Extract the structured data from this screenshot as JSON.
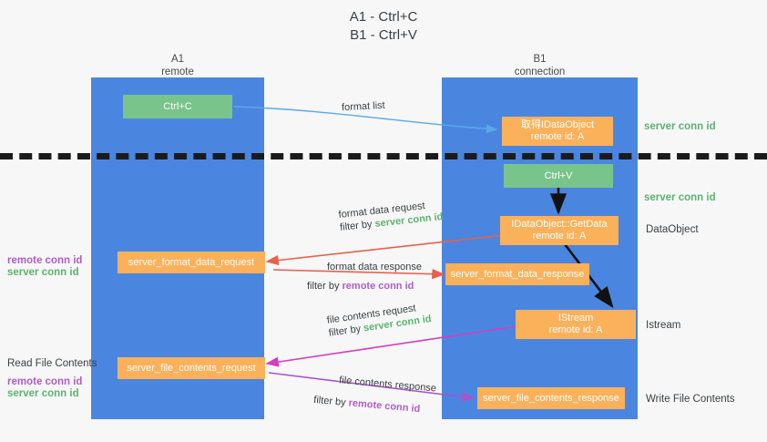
{
  "title": {
    "line1": "A1 - Ctrl+C",
    "line2": "B1 - Ctrl+V"
  },
  "lanes": [
    {
      "id": "a1",
      "name": "A1",
      "subtitle": "remote",
      "color": "#4a86e0"
    },
    {
      "id": "b1",
      "name": "B1",
      "subtitle": "connection",
      "color": "#4a86e0"
    }
  ],
  "nodes": [
    {
      "id": "ctrl-c",
      "line1": "Ctrl+C",
      "line2": "",
      "color": "green"
    },
    {
      "id": "idataobject-formatlist",
      "line1": "取得IDataObject",
      "line2": "remote id: A",
      "color": "orange"
    },
    {
      "id": "ctrl-v",
      "line1": "Ctrl+V",
      "line2": "",
      "color": "green"
    },
    {
      "id": "getdata",
      "line1": "IDataObject::GetData",
      "line2": "remote id: A",
      "color": "orange"
    },
    {
      "id": "server-format-data-request",
      "line1": "server_format_data_request",
      "line2": "",
      "color": "orange"
    },
    {
      "id": "server-format-data-response",
      "line1": "server_format_data_response",
      "line2": "",
      "color": "orange"
    },
    {
      "id": "istream",
      "line1": "IStream",
      "line2": "remote id: A",
      "color": "orange"
    },
    {
      "id": "server-file-contents-request",
      "line1": "server_file_contents_request",
      "line2": "",
      "color": "orange"
    },
    {
      "id": "server-file-contents-response",
      "line1": "server_file_contents_response",
      "line2": "",
      "color": "orange"
    }
  ],
  "right_annotations": [
    {
      "id": "server-conn-id-1",
      "text": "server conn id",
      "style": "green"
    },
    {
      "id": "server-conn-id-2",
      "text": "server conn id",
      "style": "green"
    },
    {
      "id": "dataobject",
      "text": "DataObject",
      "style": "dark"
    },
    {
      "id": "istream-label",
      "text": "Istream",
      "style": "dark"
    },
    {
      "id": "write-file",
      "text": "Write File Contents",
      "style": "dark"
    }
  ],
  "left_annotations": [
    {
      "id": "mid-remote",
      "text": "remote conn id",
      "style": "purple"
    },
    {
      "id": "mid-server",
      "text": "server conn id",
      "style": "green"
    },
    {
      "id": "read-file",
      "text": "Read File Contents",
      "style": "dark"
    },
    {
      "id": "low-remote",
      "text": "remote conn id",
      "style": "purple"
    },
    {
      "id": "low-server",
      "text": "server conn id",
      "style": "green"
    }
  ],
  "edges": [
    {
      "id": "format-list",
      "label": "format list",
      "filter_prefix": "",
      "filter_key": "",
      "color": "#5aa9e6"
    },
    {
      "id": "format-data-request",
      "label": "format data request",
      "filter_prefix": "filter by ",
      "filter_key": "server conn id",
      "filter_style": "g",
      "color": "#e8604c"
    },
    {
      "id": "format-data-response",
      "label": "format data response",
      "filter_prefix": "filter by ",
      "filter_key": "remote conn id",
      "filter_style": "p",
      "color": "#e8604c"
    },
    {
      "id": "file-contents-request",
      "label": "file contents request",
      "filter_prefix": "filter by ",
      "filter_key": "server conn id",
      "filter_style": "g",
      "color": "#d43ec0"
    },
    {
      "id": "file-contents-response",
      "label": "file contents response",
      "filter_prefix": "filter by ",
      "filter_key": "remote conn id",
      "filter_style": "p",
      "color": "#a855c9"
    }
  ],
  "colors": {
    "lane": "#4a86e0",
    "green_node": "#78c48a",
    "orange_node": "#fbb05a",
    "separator": "#1b1b1b",
    "green_text": "#5cb270",
    "purple_text": "#b05ccc",
    "background": "#f7f7f7"
  }
}
